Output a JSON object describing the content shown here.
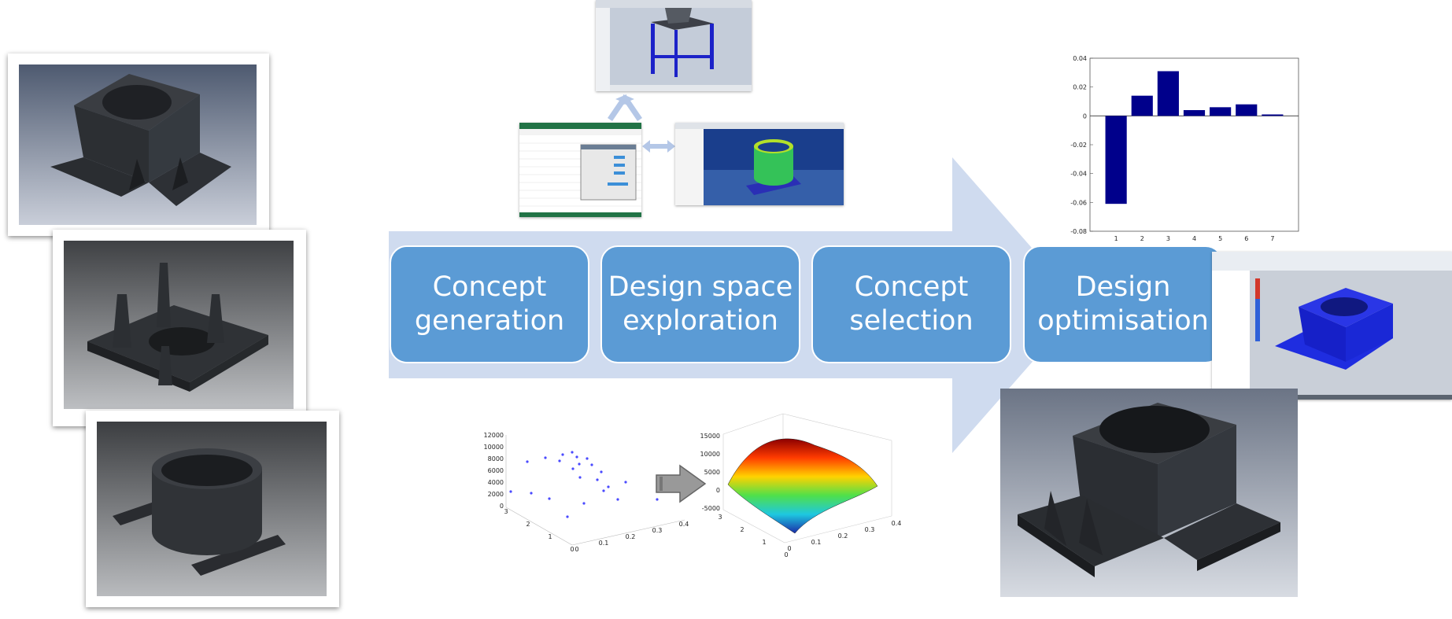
{
  "stages": [
    {
      "line1": "Concept",
      "line2": "generation"
    },
    {
      "line1": "Design space",
      "line2": "exploration"
    },
    {
      "line1": "Concept",
      "line2": "selection"
    },
    {
      "line1": "Design",
      "line2": "optimisation"
    }
  ],
  "colors": {
    "arrow": "#cfdbef",
    "stage": "#5b9bd5",
    "bar": "#00008b",
    "part": "#2e3136"
  },
  "bar_chart": {
    "type": "bar",
    "categories": [
      "1",
      "2",
      "3",
      "4",
      "5",
      "6",
      "7"
    ],
    "values": [
      -0.061,
      0.014,
      0.031,
      0.004,
      0.006,
      0.008,
      0.001
    ],
    "ylim": [
      -0.08,
      0.04
    ],
    "yticks": [
      "0.04",
      "0.02",
      "0",
      "-0.02",
      "-0.04",
      "-0.06",
      "-0.08"
    ]
  },
  "scatter_plot": {
    "type": "scatter",
    "zticks": [
      "12000",
      "10000",
      "8000",
      "6000",
      "4000",
      "2000",
      "0"
    ],
    "xticks": [
      "0",
      "0.1",
      "0.2",
      "0.3",
      "0.4"
    ],
    "yticks": [
      "3",
      "2",
      "1",
      "0"
    ]
  },
  "surface_plot": {
    "type": "surface",
    "zticks": [
      "15000",
      "10000",
      "5000",
      "0",
      "-5000"
    ],
    "xticks": [
      "0",
      "0.1",
      "0.2",
      "0.3",
      "0.4"
    ],
    "yticks": [
      "3",
      "2",
      "1",
      "0"
    ]
  }
}
